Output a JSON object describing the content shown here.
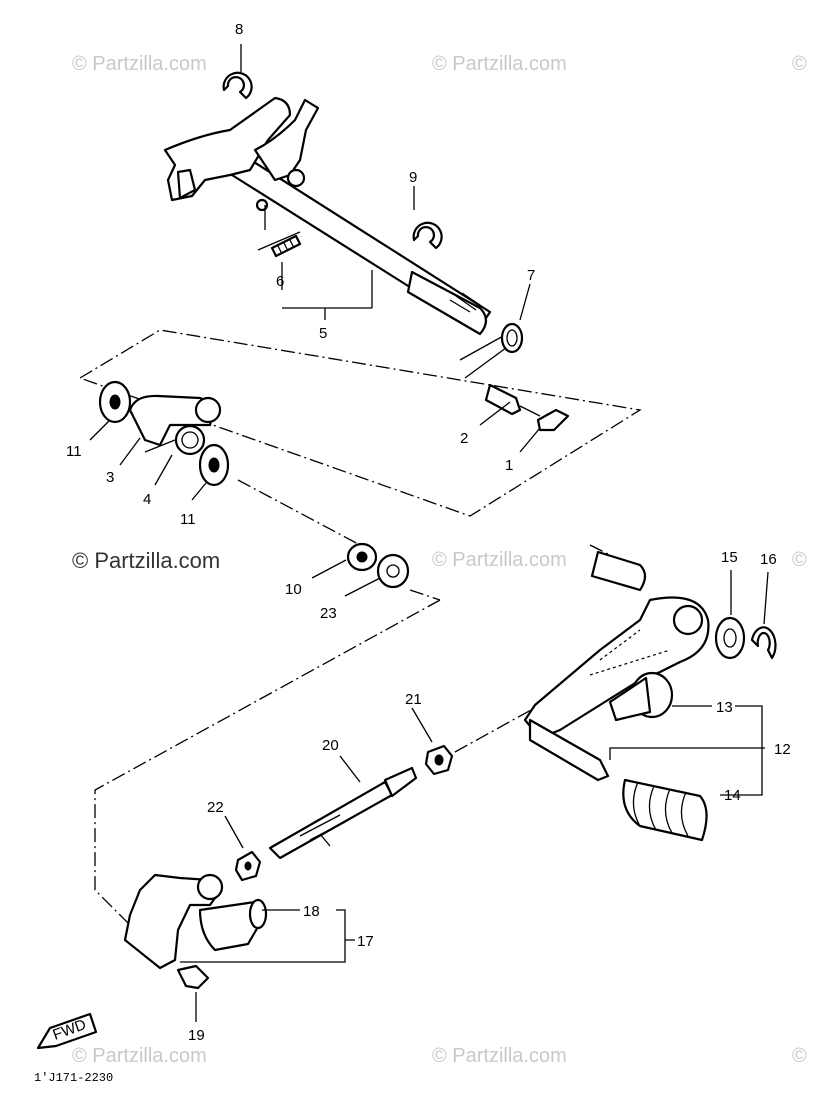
{
  "watermarks": {
    "tl": "© Partzilla.com",
    "tc": "© Partzilla.com",
    "tr": "©",
    "ml": "© Partzilla.com",
    "mc": "© Partzilla.com",
    "mr": "©",
    "bl": "© Partzilla.com",
    "bc": "© Partzilla.com",
    "br": "©"
  },
  "callouts": {
    "p1": "1",
    "p2": "2",
    "p3": "3",
    "p4": "4",
    "p5": "5",
    "p6": "6",
    "p7": "7",
    "p8": "8",
    "p9": "9",
    "p10": "10",
    "p11a": "11",
    "p11b": "11",
    "p12": "12",
    "p13": "13",
    "p14": "14",
    "p15": "15",
    "p16": "16",
    "p17": "17",
    "p18": "18",
    "p19": "19",
    "p20": "20",
    "p21": "21",
    "p22": "22",
    "p23": "23"
  },
  "fwd_label": "FWD",
  "diagram_code": "1'J171-2230"
}
